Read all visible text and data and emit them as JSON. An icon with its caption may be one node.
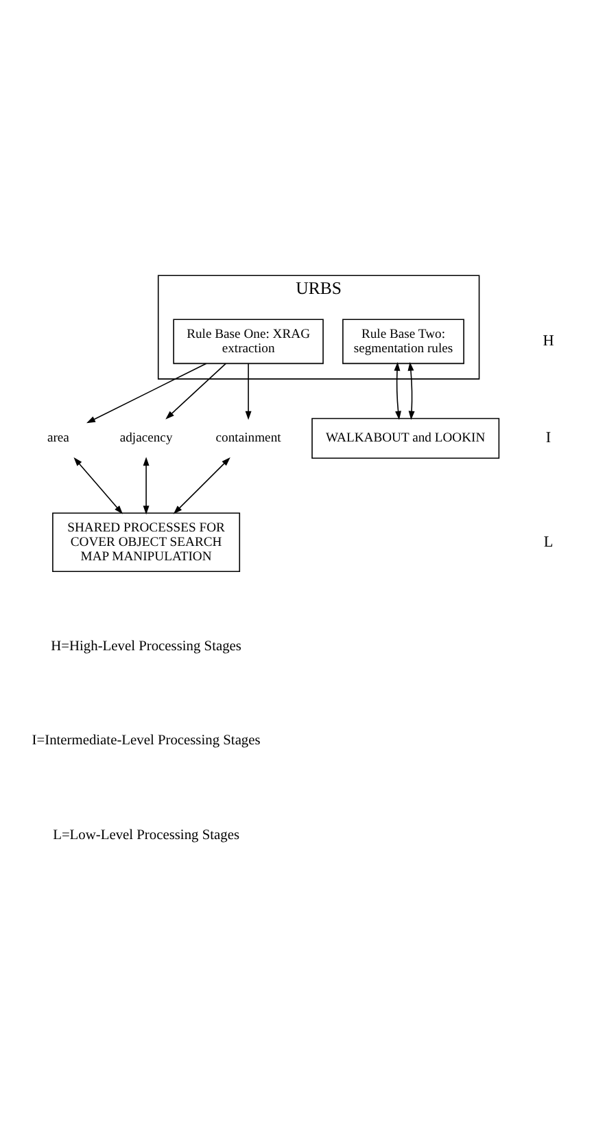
{
  "diagram": {
    "nodes": [
      {
        "text": [
          "URBS"
        ]
      },
      {
        "text": [
          "Rule Base One: XRAG extraction"
        ],
        "in": 0
      },
      {
        "text": [
          "Rule Base Two: segmentation rules"
        ],
        "in": 0
      },
      {
        "text": [
          "area"
        ]
      },
      {
        "text": [
          "adjacency"
        ]
      },
      {
        "text": [
          "containment"
        ]
      },
      {
        "text": [
          "WALKABOUT and LOOKIN"
        ]
      },
      {
        "text": [
          "SHARED PROCESSES FOR COVER OBJECT SEARCH MAP MANIPULATION"
        ]
      }
    ],
    "edges": [
      {
        "from": 1,
        "to": 3,
        "arrow": "to"
      },
      {
        "from": 1,
        "to": 4,
        "arrow": "to"
      },
      {
        "from": 1,
        "to": 5,
        "arrow": "to"
      },
      {
        "from": 2,
        "to": 6,
        "arrow": "both"
      },
      {
        "from": 2,
        "to": 6,
        "arrow": "both"
      },
      {
        "from": 3,
        "to": 7,
        "arrow": "both"
      },
      {
        "from": 4,
        "to": 7,
        "arrow": "both"
      },
      {
        "from": 5,
        "to": 7,
        "arrow": "both"
      }
    ],
    "labels": [
      "H",
      "I",
      "L",
      "H=High-Level Processing Stages",
      "I=Intermediate-Level Processing Stages",
      "L=Low-Level Processing Stages"
    ]
  }
}
